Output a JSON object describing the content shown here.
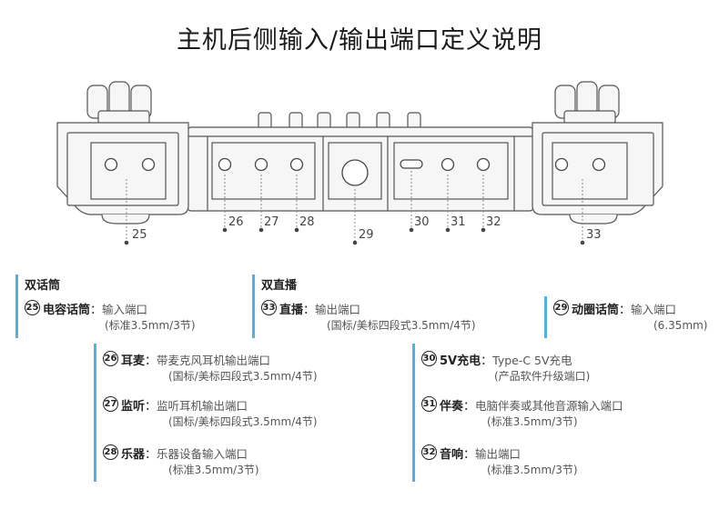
{
  "title": "主机后侧输入/输出端口定义说明",
  "port_numbers": {
    "p25": "25",
    "p26": "26",
    "p27": "27",
    "p28": "28",
    "p29": "29",
    "p30": "30",
    "p31": "31",
    "p32": "32",
    "p33": "33"
  },
  "groups": {
    "dual_mic": "双话筒",
    "dual_live": "双直播"
  },
  "colon": "：",
  "items": {
    "i25": {
      "num": "25",
      "label": "电容话筒",
      "desc": "输入端口",
      "sub": "(标准3.5mm/3节)"
    },
    "i33": {
      "num": "33",
      "label": "直播",
      "desc": "输出端口",
      "sub": "(国标/美标四段式3.5mm/4节)"
    },
    "i29": {
      "num": "29",
      "label": "动圈话筒",
      "desc": "输入端口",
      "sub": "(6.35mm)"
    },
    "i26": {
      "num": "26",
      "label": "耳麦",
      "desc": "带麦克风耳机输出端口",
      "sub": "(国标/美标四段式3.5mm/4节)"
    },
    "i27": {
      "num": "27",
      "label": "监听",
      "desc": "监听耳机输出端口",
      "sub": "(国标/美标四段式3.5mm/4节)"
    },
    "i28": {
      "num": "28",
      "label": "乐器",
      "desc": "乐器设备输入端口",
      "sub": "(标准3.5mm/3节)"
    },
    "i30": {
      "num": "30",
      "label": "5V充电",
      "desc": "Type-C 5V充电",
      "sub": "(产品软件升级端口)"
    },
    "i31": {
      "num": "31",
      "label": "伴奏",
      "desc": "电脑伴奏或其他音源输入端口",
      "sub": "(标准3.5mm/3节)"
    },
    "i32": {
      "num": "32",
      "label": "音响",
      "desc": "输出端口",
      "sub": "(标准3.5mm/3节)"
    }
  },
  "colors": {
    "accent_bar": "#4fb3e0",
    "outline": "#555555",
    "body_fill": "#f5f5f5"
  }
}
